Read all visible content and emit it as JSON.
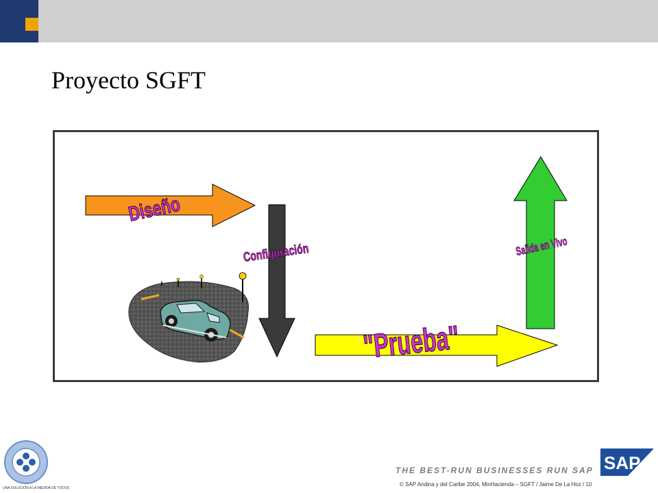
{
  "slide": {
    "title": "Proyecto SGFT"
  },
  "diagram": {
    "labels": {
      "diseno": "Diseño",
      "configuracion": "Configuración",
      "salida": "Salida en Vivo",
      "prueba": "\"Prueba\""
    },
    "colors": {
      "diseno_arrow": "#f7941d",
      "configuracion_arrow": "#3a3a3a",
      "prueba_arrow": "#ffff00",
      "salida_arrow": "#33cc33",
      "wordart": "#cc33cc"
    }
  },
  "footer": {
    "seal_caption": "UNA SOLUCIÓN A LA MEDIDA DE TODOS",
    "tagline": "THE BEST-RUN BUSINESSES RUN SAP",
    "sap_logo_text": "SAP",
    "copyright_symbol": "©",
    "copyright": "SAP Andina y del Caribe 2004, MinHacienda – SGFT / Jaime De La Hoz / 10"
  },
  "header": {
    "colors": {
      "bar": "#cfcfcf",
      "navy": "#1f3a6e",
      "accent": "#f0a400"
    }
  }
}
